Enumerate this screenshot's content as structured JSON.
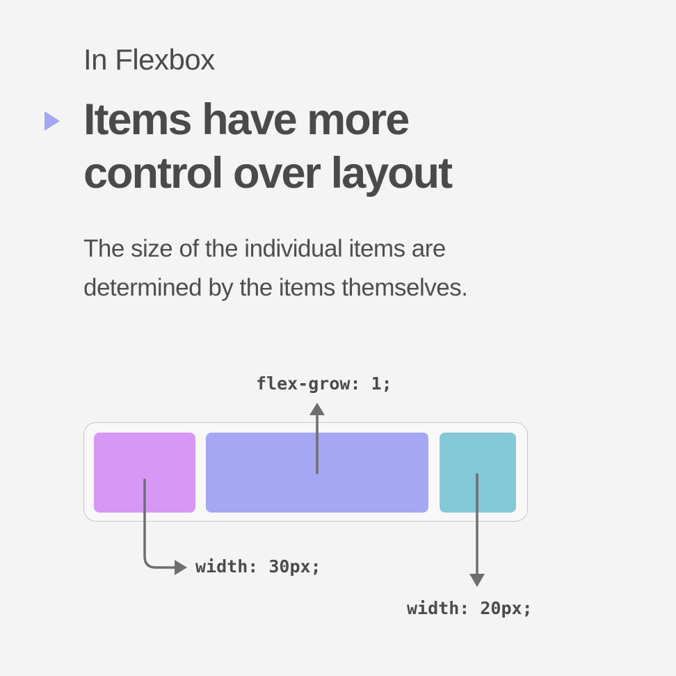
{
  "kicker": "In Flexbox",
  "headline": {
    "line1": "Items have more",
    "line2": "control over layout"
  },
  "body": {
    "line1": "The size of the individual items are",
    "line2": "determined by the items themselves."
  },
  "diagram": {
    "labels": {
      "grow": "flex-grow: 1;",
      "width_30": "width: 30px;",
      "width_20": "width: 20px;"
    },
    "colors": {
      "bullet": "#a5a7f2",
      "item_1": "#d698f4",
      "item_2": "#a5a7f2",
      "item_3": "#85c8d8",
      "arrow": "#6e6e70"
    }
  }
}
